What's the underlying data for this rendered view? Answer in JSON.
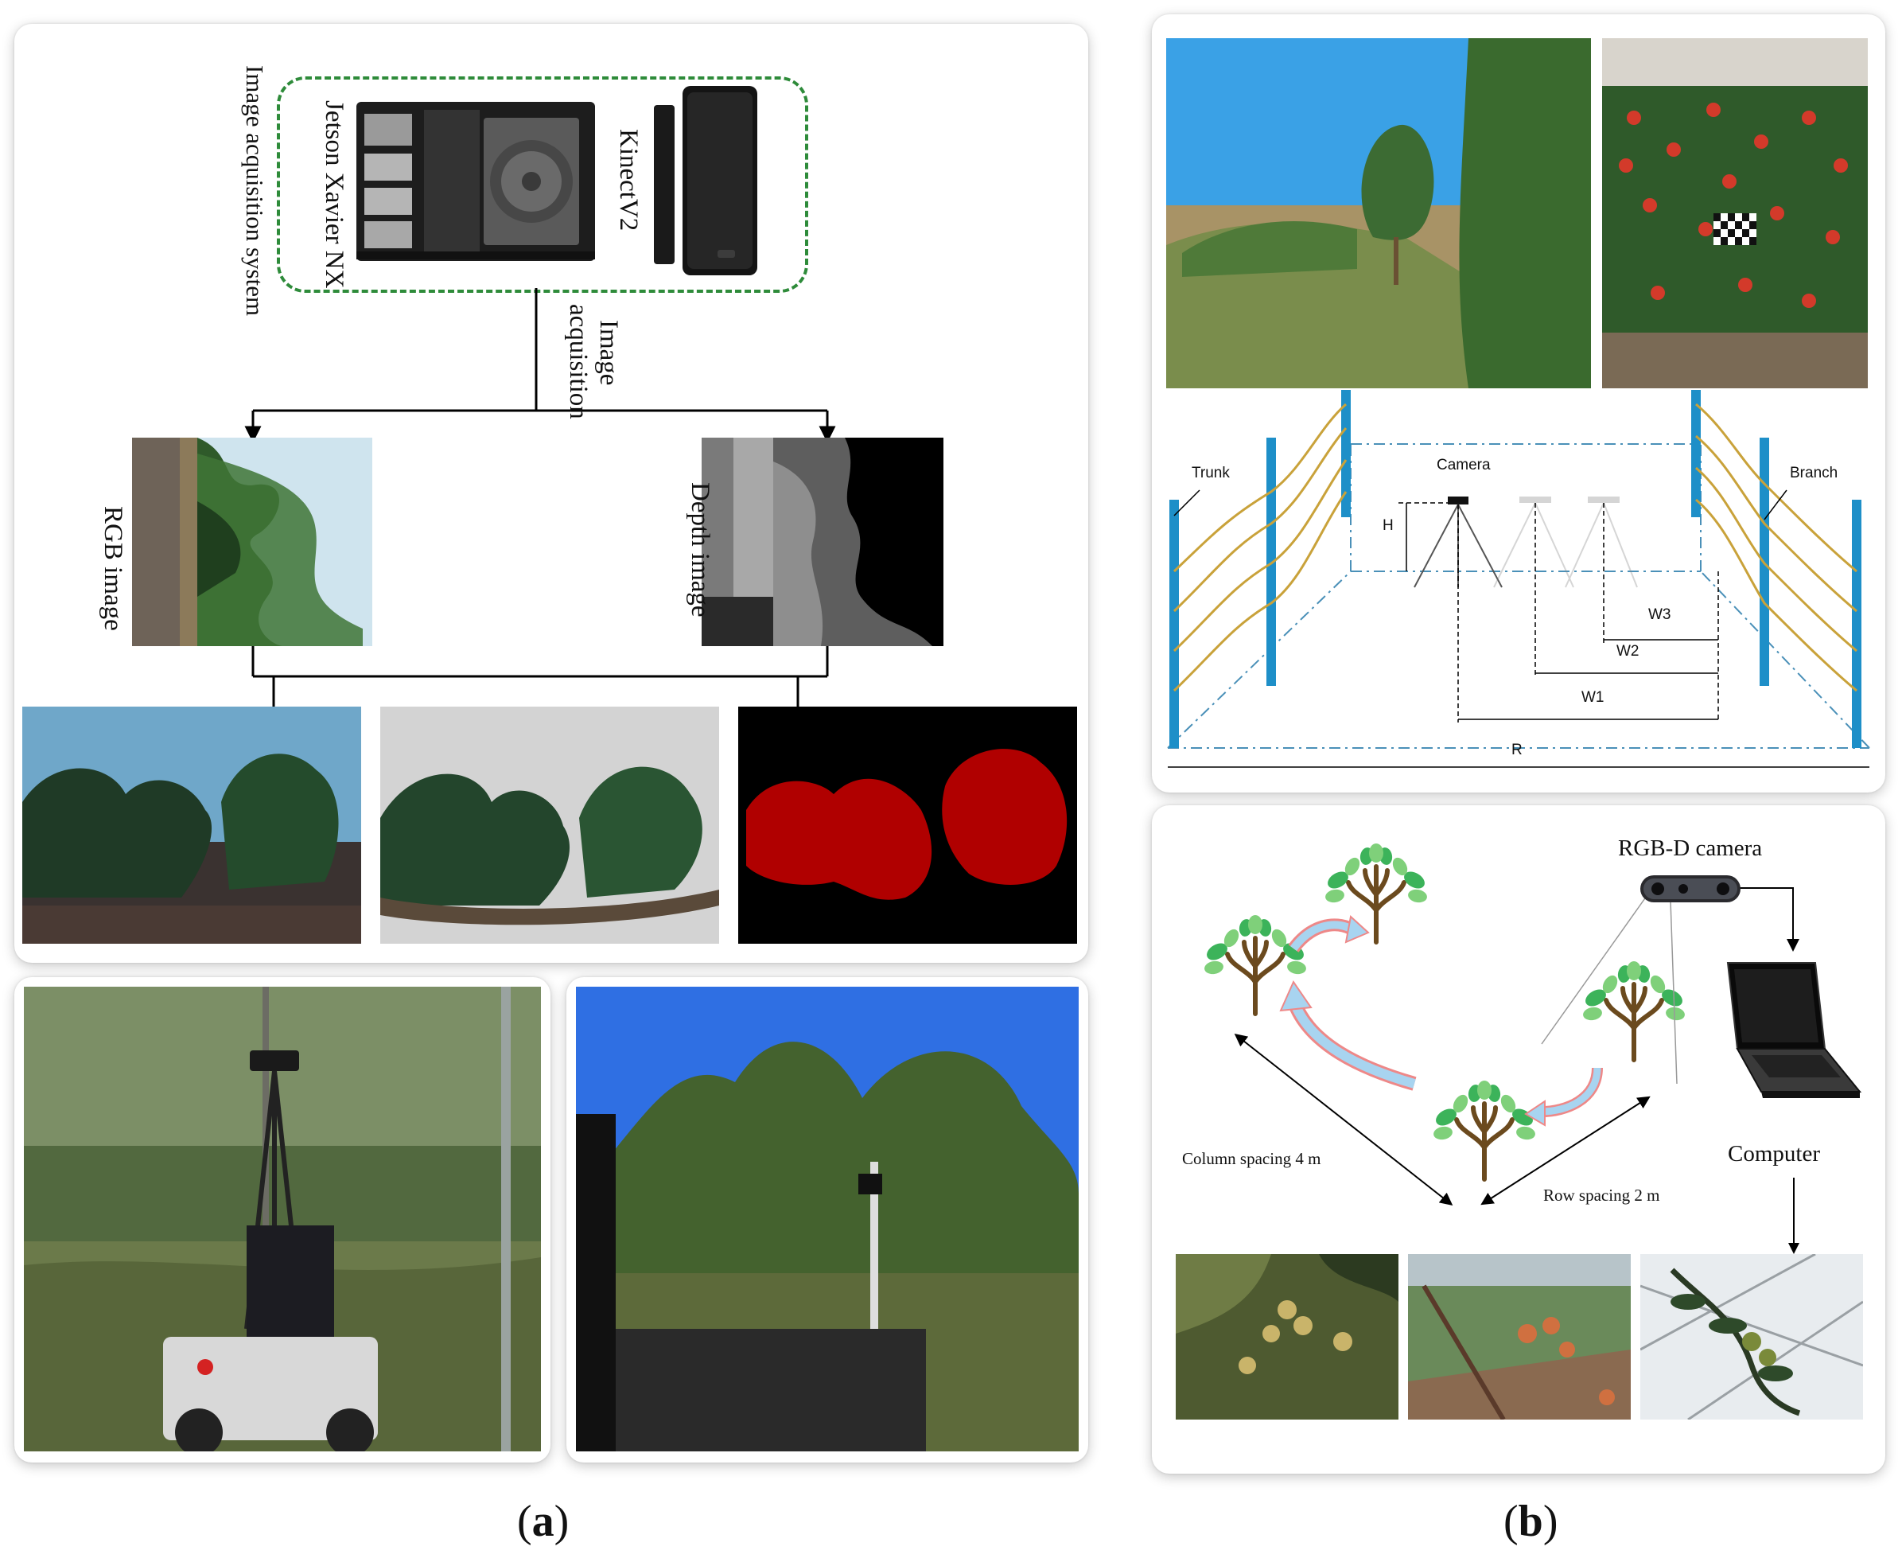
{
  "panel_a": {
    "system_label": "Image acquisition system",
    "board_label": "Jetson Xavier NX",
    "sensor_label": "KinectV2",
    "arrow_label_line1": "Image",
    "arrow_label_line2": "acquisition",
    "rgb_label": "RGB image",
    "depth_label": "Depth image"
  },
  "panel_b_top": {
    "trunk_label": "Trunk",
    "branch_label": "Branch",
    "camera_label": "Camera",
    "h_label": "H",
    "w1_label": "W1",
    "w2_label": "W2",
    "w3_label": "W3",
    "r_label": "R"
  },
  "panel_b_bottom": {
    "rgbd_label": "RGB-D camera",
    "computer_label": "Computer",
    "column_spacing": "Column spacing 4 m",
    "row_spacing": "Row spacing 2 m"
  },
  "captions": {
    "a_open": "(",
    "a_letter": "a",
    "a_close": ")",
    "b_open": "(",
    "b_letter": "b",
    "b_close": ")"
  },
  "colors": {
    "dashed_box": "#2e8b3a",
    "post_blue": "#1e8fc8",
    "branch_gold": "#c9a23a",
    "mask_red": "#b00000",
    "tree_green": "#3cb35a",
    "trunk_brown": "#6b4a1e"
  },
  "icons": [
    "jetson-board-icon",
    "kinect-sensor-icon",
    "rgbd-camera-icon",
    "laptop-icon",
    "tree-icon",
    "tripod-icon"
  ]
}
